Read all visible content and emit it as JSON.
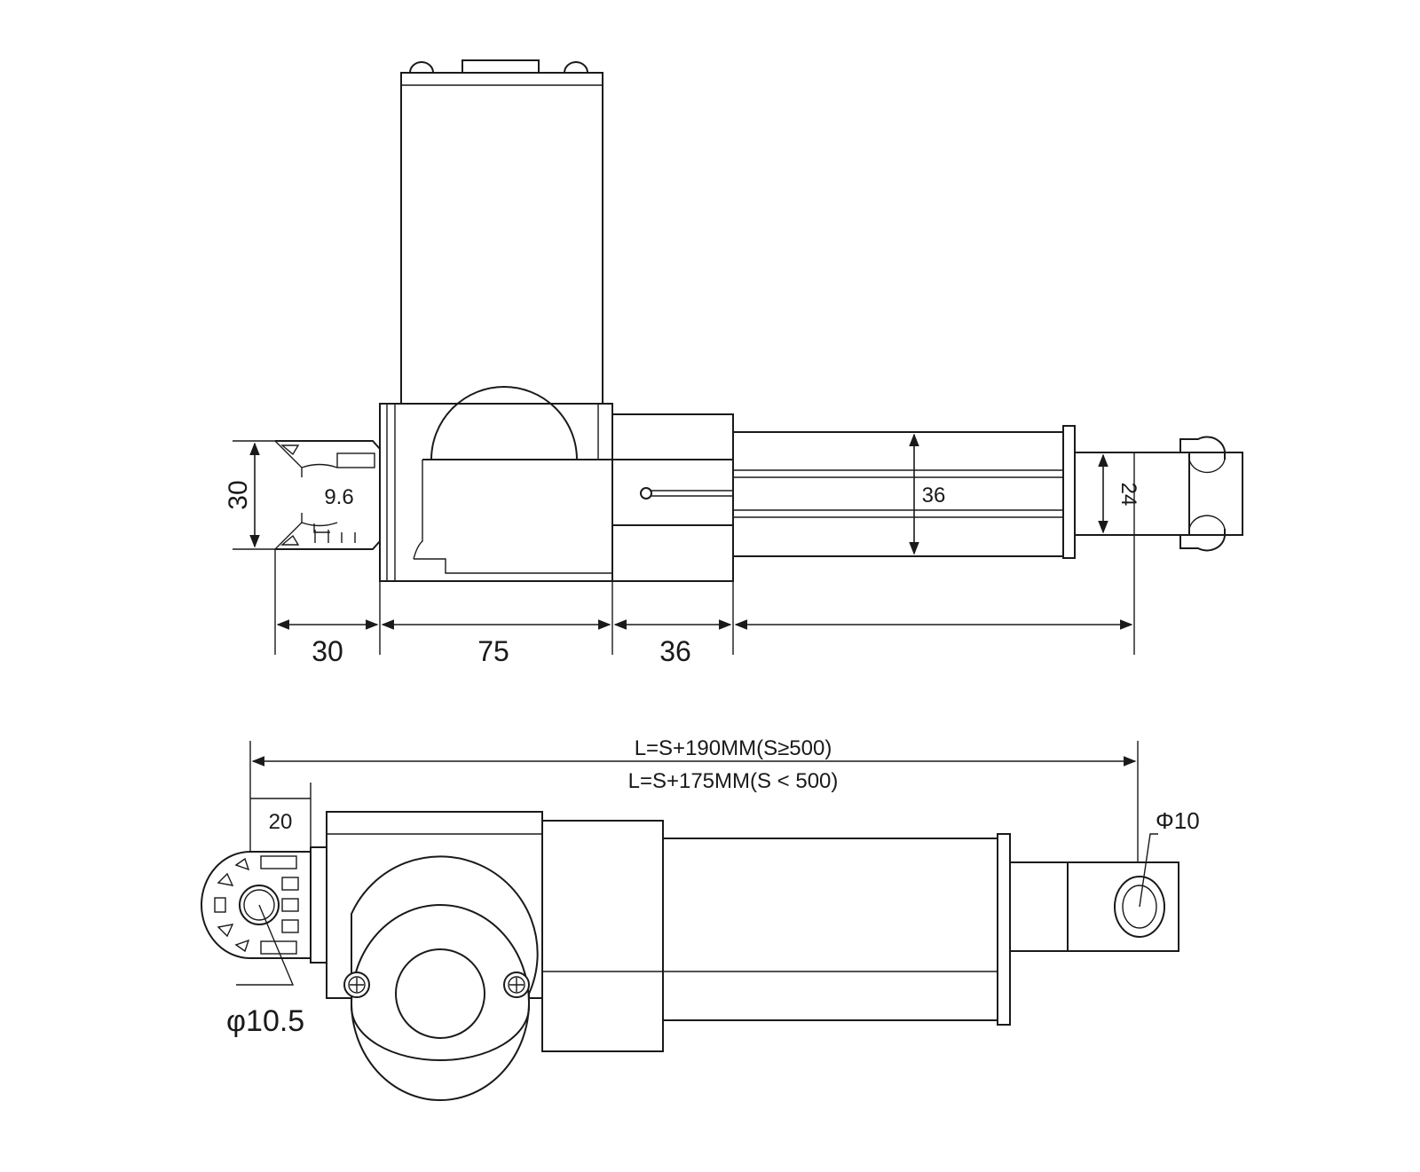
{
  "side_view": {
    "dims": {
      "height_30": "30",
      "slot_9_6": "9.6",
      "tube_36": "36",
      "rod_24": "24",
      "len_30": "30",
      "len_75": "75",
      "len_36": "36"
    }
  },
  "top_view": {
    "length_label_1": "L=S+190MM(S≥500)",
    "length_label_2": "L=S+175MM(S < 500)",
    "dim_20": "20",
    "rear_hole": "φ10.5",
    "front_hole": "Φ10"
  },
  "colors": {
    "line": "#1a1a1a",
    "background": "#ffffff"
  }
}
